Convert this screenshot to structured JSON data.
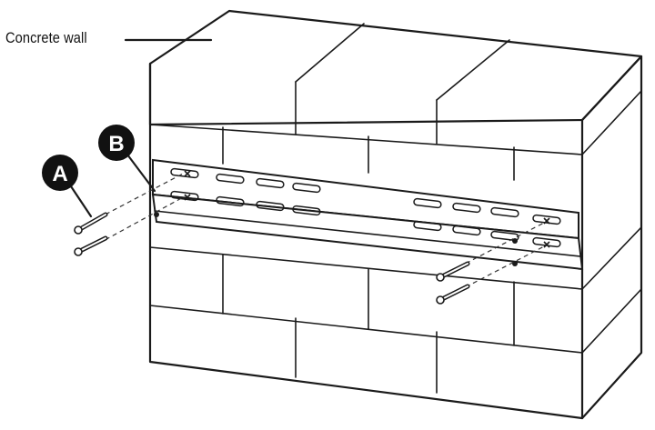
{
  "labels": {
    "wall": "Concrete wall",
    "marker_a": "A",
    "marker_b": "B"
  },
  "colors": {
    "line": "#1a1a1a",
    "marker_fill": "#111111",
    "background": "#ffffff"
  }
}
